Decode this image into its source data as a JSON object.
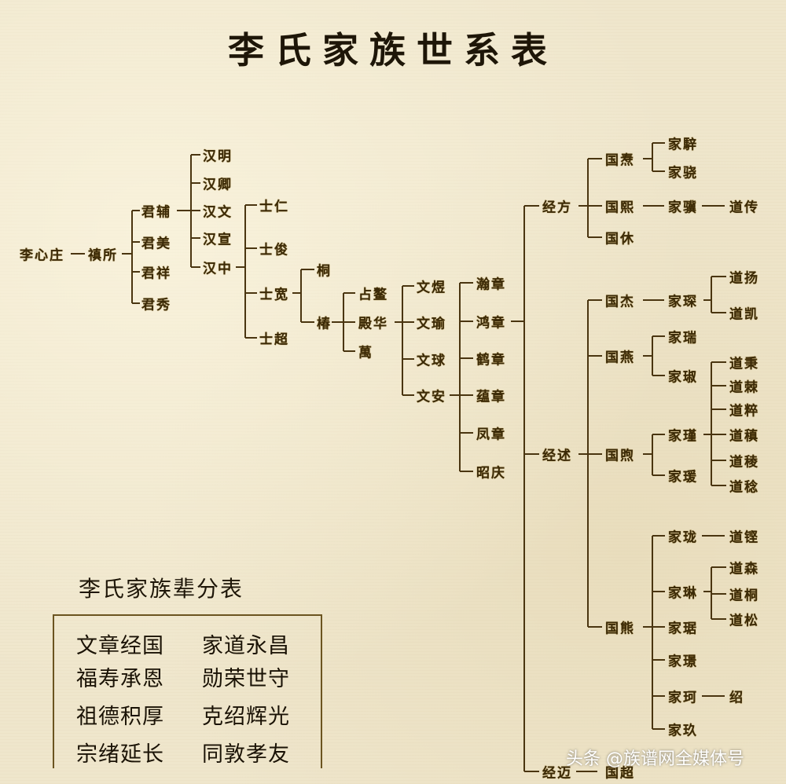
{
  "title": "李氏家族世系表",
  "tree": {
    "nodes": [
      "李心庄",
      "禛所",
      "君辅",
      "君美",
      "君祥",
      "君秀",
      "汉明",
      "汉卿",
      "汉文",
      "汉宣",
      "汉中",
      "士仁",
      "士俊",
      "士宽",
      "士超",
      "桐",
      "椿",
      "占鳌",
      "殿华",
      "萬",
      "文煜",
      "文瑜",
      "文球",
      "文安",
      "瀚章",
      "鸿章",
      "鹤章",
      "蕴章",
      "凤章",
      "昭庆",
      "经方",
      "经述",
      "经迈",
      "国焘",
      "国熙",
      "国休",
      "家騂",
      "家骁",
      "家骥",
      "道传",
      "国杰",
      "国燕",
      "国煦",
      "国熊",
      "家琛",
      "道扬",
      "道凯",
      "家瑞",
      "家琡",
      "家瑾",
      "家瑗",
      "道秉",
      "道棘",
      "道粹",
      "道稹",
      "道稜",
      "道稔",
      "家珑",
      "家琳",
      "家琚",
      "家璟",
      "家珂",
      "家玖",
      "道铿",
      "道森",
      "道桐",
      "道松",
      "绍",
      "国超"
    ],
    "line_color": "#4a3510",
    "text_color": "#3b2a08"
  },
  "generation_table": {
    "title": "李氏家族辈分表",
    "rows": [
      [
        "文章经国",
        "家道永昌"
      ],
      [
        "福寿承恩",
        "勋荣世守"
      ],
      [
        "祖德积厚",
        "克绍辉光"
      ],
      [
        "宗绪延长",
        "同敦孝友"
      ]
    ]
  },
  "watermark": "头条 @族谱网全媒体号",
  "background_color": "#efe6cc"
}
